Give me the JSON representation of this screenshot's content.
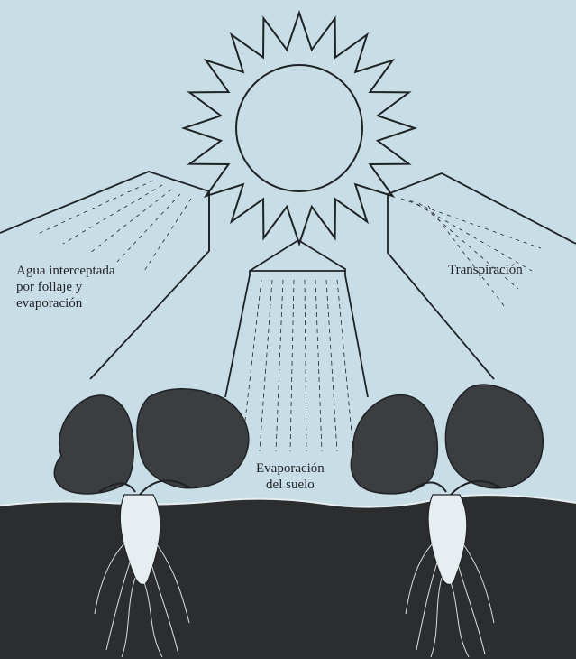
{
  "labels": {
    "left": [
      "Agua interceptada",
      "por follaje y",
      "evaporación"
    ],
    "right": "Transpiración",
    "center": [
      "Evaporación",
      "del suelo"
    ]
  },
  "colors": {
    "background": "#c9dde6",
    "ink": "#1f2326",
    "soil": "#2b2d2e",
    "foliage": "#3b3e40"
  }
}
